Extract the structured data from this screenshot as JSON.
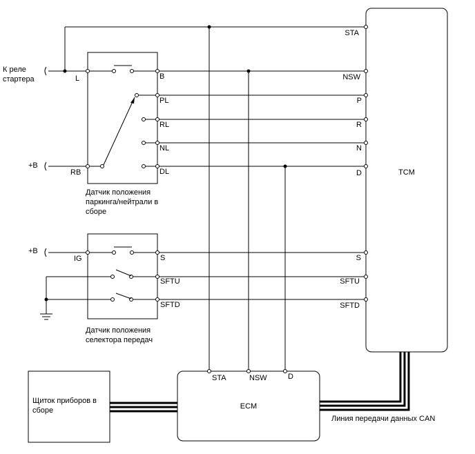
{
  "labels": {
    "starter_relay": [
      "К реле",
      "стартера"
    ],
    "plus_b_1": "+B",
    "plus_b_2": "+B",
    "pn_sensor": [
      "Датчик положения",
      "паркинга/нейтрали в",
      "сборе"
    ],
    "sel_sensor": [
      "Датчик положения",
      "селектора передач"
    ],
    "tcm": "TCM",
    "ecm": "ECM",
    "cluster": [
      "Щиток приборов в",
      "сборе"
    ],
    "can": "Линия передачи данных CAN"
  },
  "pn_pins": {
    "l": "L",
    "rb": "RB",
    "b": "B",
    "pl": "PL",
    "rl": "RL",
    "nl": "NL",
    "dl": "DL"
  },
  "sel_pins": {
    "ig": "IG",
    "s": "S",
    "sftu": "SFTU",
    "sftd": "SFTD"
  },
  "tcm_pins": {
    "sta": "STA",
    "nsw": "NSW",
    "p": "P",
    "r": "R",
    "n": "N",
    "d": "D",
    "s": "S",
    "sftu": "SFTU",
    "sftd": "SFTD"
  },
  "ecm_pins": {
    "sta": "STA",
    "nsw": "NSW",
    "d": "D"
  }
}
